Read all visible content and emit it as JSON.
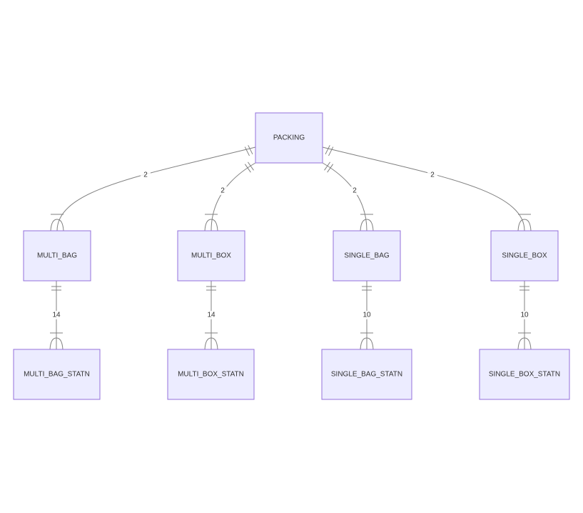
{
  "entities": [
    {
      "id": "packing",
      "label": "PACKING"
    },
    {
      "id": "multi_bag",
      "label": "MULTI_BAG"
    },
    {
      "id": "multi_box",
      "label": "MULTI_BOX"
    },
    {
      "id": "single_bag",
      "label": "SINGLE_BAG"
    },
    {
      "id": "single_box",
      "label": "SINGLE_BOX"
    },
    {
      "id": "multi_bag_statn",
      "label": "MULTI_BAG_STATN"
    },
    {
      "id": "multi_box_statn",
      "label": "MULTI_BOX_STATN"
    },
    {
      "id": "single_bag_statn",
      "label": "SINGLE_BAG_STATN"
    },
    {
      "id": "single_box_statn",
      "label": "SINGLE_BOX_STATN"
    }
  ],
  "relationships": [
    {
      "id": "packing-multi_bag",
      "from": "packing",
      "to": "multi_bag",
      "label": "2",
      "from_card": "exactly-one",
      "to_card": "one-or-more"
    },
    {
      "id": "packing-multi_box",
      "from": "packing",
      "to": "multi_box",
      "label": "2",
      "from_card": "exactly-one",
      "to_card": "one-or-more"
    },
    {
      "id": "packing-single_bag",
      "from": "packing",
      "to": "single_bag",
      "label": "2",
      "from_card": "exactly-one",
      "to_card": "one-or-more"
    },
    {
      "id": "packing-single_box",
      "from": "packing",
      "to": "single_box",
      "label": "2",
      "from_card": "exactly-one",
      "to_card": "one-or-more"
    },
    {
      "id": "multi_bag-multi_bag_statn",
      "from": "multi_bag",
      "to": "multi_bag_statn",
      "label": "14",
      "from_card": "exactly-one",
      "to_card": "one-or-more"
    },
    {
      "id": "multi_box-multi_box_statn",
      "from": "multi_box",
      "to": "multi_box_statn",
      "label": "14",
      "from_card": "exactly-one",
      "to_card": "one-or-more"
    },
    {
      "id": "single_bag-single_bag_statn",
      "from": "single_bag",
      "to": "single_bag_statn",
      "label": "10",
      "from_card": "exactly-one",
      "to_card": "one-or-more"
    },
    {
      "id": "single_box-single_box_statn",
      "from": "single_box",
      "to": "single_box_statn",
      "label": "10",
      "from_card": "exactly-one",
      "to_card": "one-or-more"
    }
  ]
}
